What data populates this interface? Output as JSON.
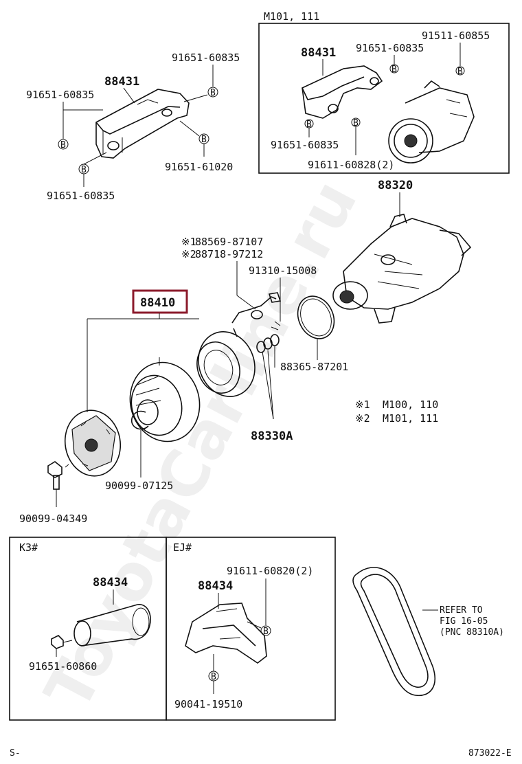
{
  "parts": {
    "p_88431_top": "88431",
    "p_91651_60835_a": "91651-60835",
    "p_91651_60835_b": "91651-60835",
    "p_91651_61020": "91651-61020",
    "p_91651_60835_c": "91651-60835",
    "p_88320": "88320",
    "p_88569": "88569-87107",
    "p_88718": "88718-97212",
    "p_91310": "91310-15008",
    "p_88410": "88410",
    "p_88365": "88365-87201",
    "p_88330A": "88330A",
    "p_90099_07125": "90099-07125",
    "p_90099_04349": "90099-04349"
  },
  "notes": {
    "mark1": "※1",
    "mark2": "※2",
    "note1": "M100, 110",
    "note2": "M101, 111"
  },
  "inset_m101": {
    "title": "M101, 111",
    "p_88431": "88431",
    "p_91651_60835_a": "91651-60835",
    "p_91511": "91511-60855",
    "p_91651_60835_b": "91651-60835",
    "p_91611": "91611-60828(2)"
  },
  "inset_k3": {
    "title": "K3#",
    "p_88434": "88434",
    "p_91651_60860": "91651-60860"
  },
  "inset_ej": {
    "title": "EJ#",
    "p_88434": "88434",
    "p_91611": "91611-60820(2)",
    "p_90041": "90041-19510"
  },
  "belt_ref": {
    "line1": "REFER TO",
    "line2": "FIG 16-05",
    "line3": "(PNC 88310A)"
  },
  "bolt_marker": "B",
  "footer": {
    "left": "S-",
    "right": "873022-E"
  },
  "watermark": "ToyotaCarline.ru",
  "highlight_color": "#8b1a2b"
}
